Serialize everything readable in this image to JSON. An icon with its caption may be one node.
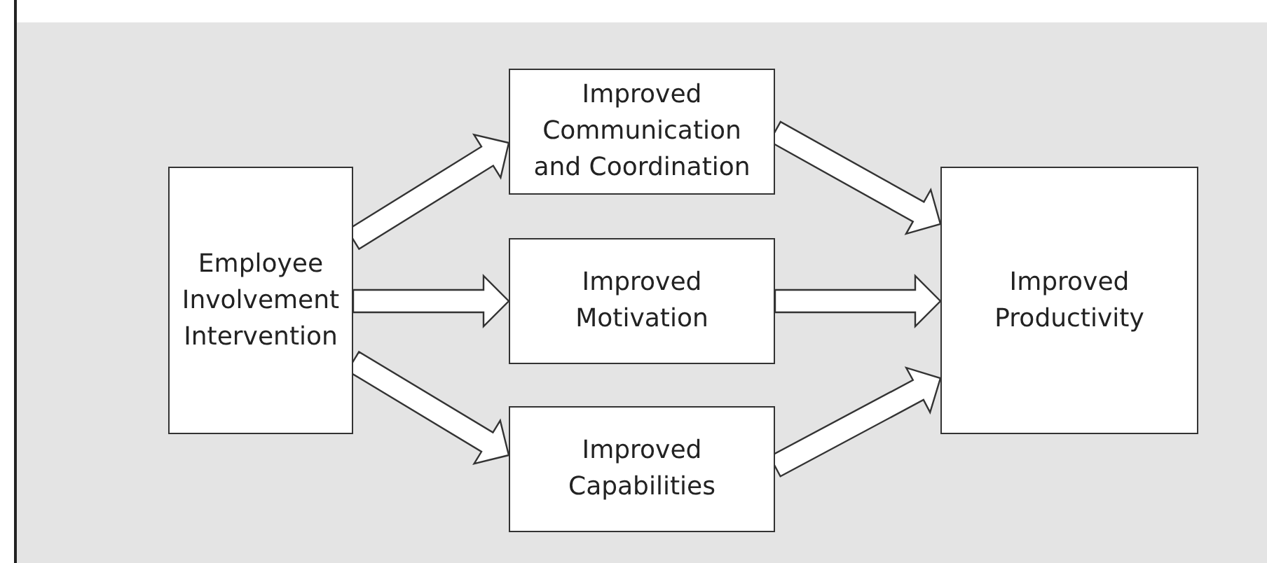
{
  "diagram": {
    "nodes": [
      {
        "text": [
          "Employee Involvement Intervention"
        ]
      },
      {
        "text": [
          "Improved Communication and Coordination"
        ]
      },
      {
        "text": [
          "Improved Motivation"
        ]
      },
      {
        "text": [
          "Improved Capabilities"
        ]
      },
      {
        "text": [
          "Improved Productivity"
        ]
      }
    ],
    "edges": [
      {
        "from": 0,
        "to": 1,
        "arrow": "to"
      },
      {
        "from": 0,
        "to": 2,
        "arrow": "to"
      },
      {
        "from": 0,
        "to": 3,
        "arrow": "to"
      },
      {
        "from": 1,
        "to": 4,
        "arrow": "to"
      },
      {
        "from": 2,
        "to": 4,
        "arrow": "to"
      },
      {
        "from": 3,
        "to": 4,
        "arrow": "to"
      }
    ]
  }
}
